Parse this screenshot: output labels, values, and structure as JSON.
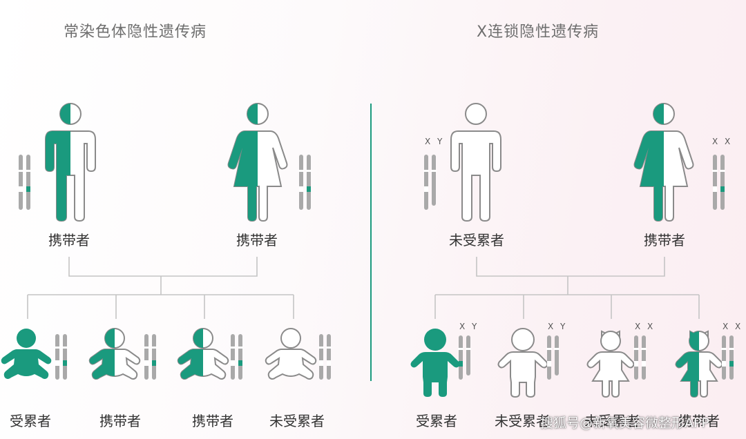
{
  "colors": {
    "affected": "#1a9a7e",
    "line": "#bdbdbd",
    "outline": "#8a8a8a",
    "divider": "#1a9a7e"
  },
  "left_panel": {
    "title": "常染色体隐性遗传病",
    "parents": [
      {
        "label": "携带者",
        "sex": "male",
        "status": "carrier"
      },
      {
        "label": "携带者",
        "sex": "female",
        "status": "carrier"
      }
    ],
    "children": [
      {
        "label": "受累者",
        "status": "affected"
      },
      {
        "label": "携带者",
        "status": "carrier"
      },
      {
        "label": "携带者",
        "status": "carrier"
      },
      {
        "label": "未受累者",
        "status": "unaffected"
      }
    ]
  },
  "right_panel": {
    "title": "X连锁隐性遗传病",
    "parents": [
      {
        "label": "未受累者",
        "sex": "male",
        "status": "unaffected",
        "chromosome_tag": "X Y"
      },
      {
        "label": "携带者",
        "sex": "female",
        "status": "carrier",
        "chromosome_tag": "X X"
      }
    ],
    "children": [
      {
        "label": "受累者",
        "sex": "boy",
        "status": "affected",
        "chromosome_tag": "X Y"
      },
      {
        "label": "未受累者",
        "sex": "boy",
        "status": "unaffected",
        "chromosome_tag": "X Y"
      },
      {
        "label": "未受累者",
        "sex": "girl",
        "status": "unaffected",
        "chromosome_tag": "X X"
      },
      {
        "label": "携带者",
        "sex": "girl",
        "status": "carrier",
        "chromosome_tag": "X X"
      }
    ]
  },
  "watermark": "搜狐号@新氧美容微整形APP"
}
